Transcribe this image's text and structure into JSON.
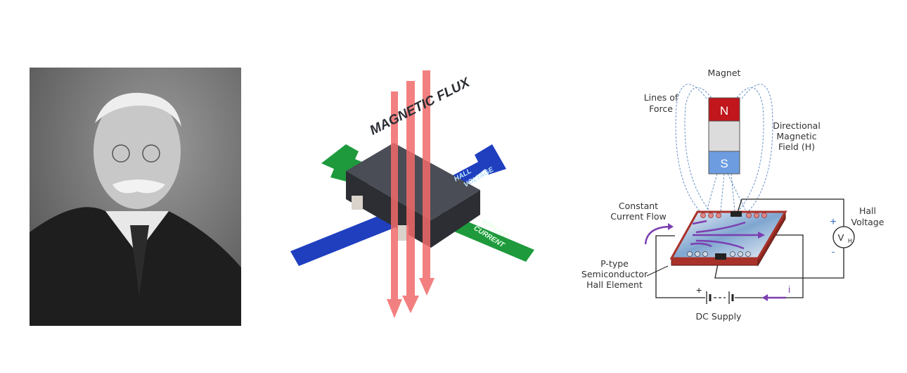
{
  "panels": {
    "portrait": {
      "description_icon": "portrait-photo"
    },
    "sensor": {
      "flux_label": "MAGNETIC FLUX",
      "hall_voltage_line1": "HALL",
      "hall_voltage_line2": "VOLTAGE",
      "applied_current_line1": "APPLIED",
      "applied_current_line2": "CURRENT",
      "colors": {
        "flux": "#f26a6a",
        "hall_voltage": "#1f3fbf",
        "current": "#1e9a3c",
        "chip": "#3b3e45"
      }
    },
    "circuit": {
      "magnet": "Magnet",
      "north": "N",
      "south": "S",
      "lines_of_force_1": "Lines of",
      "lines_of_force_2": "Force",
      "field_1": "Directional",
      "field_2": "Magnetic",
      "field_3": "Field (H)",
      "constant_1": "Constant",
      "constant_2": "Current Flow",
      "hall_1": "Hall",
      "hall_2": "Voltage",
      "plus": "+",
      "minus": "-",
      "vh_v": "V",
      "vh_h": "H",
      "element_1": "P-type",
      "element_2": "Semiconductor",
      "element_3": "Hall Element",
      "battery_plus": "+",
      "current_symbol": "i",
      "supply": "DC Supply",
      "colors": {
        "north": "#c0161c",
        "south": "#6d9de0",
        "plate": "#a8322a",
        "arrows": "#7b3fb0"
      }
    }
  }
}
